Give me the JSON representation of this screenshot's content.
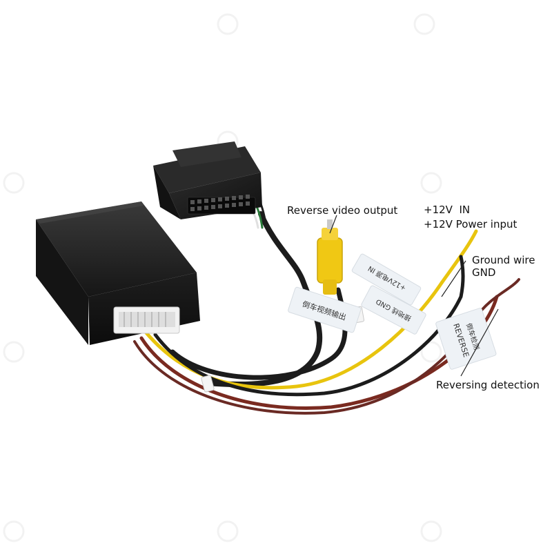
{
  "labels": {
    "reverse_video_output": "Reverse video output",
    "power_12v_in": "+12V  IN",
    "power_12v_power_input": "+12V Power input",
    "ground_wire": "Ground wire",
    "gnd": "GND",
    "reversing_detection": "Reversing detection"
  },
  "wire_tags": {
    "video_tag": "倒车视频输出",
    "power_tag": "+12V电源 IN",
    "gnd_tag": "接地线 GND",
    "reverse_tag_cn": "倒车检测",
    "reverse_tag_en": "REVERSE"
  },
  "colors": {
    "module": "#1a1a1a",
    "yellow_wire": "#e8c40e",
    "red_wire": "#7a2a20",
    "black_wire": "#1c1c1c",
    "rca_plug": "#f0c814",
    "tag": "#eef2f6"
  }
}
